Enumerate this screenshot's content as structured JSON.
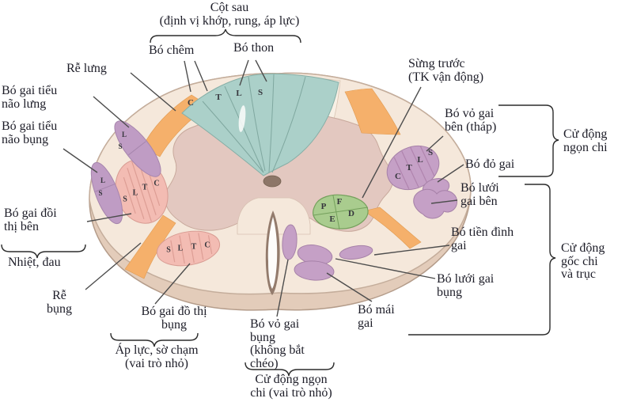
{
  "title": "Cột sau\n(định vị khớp, rung, áp lực)",
  "labels": {
    "bo_chem": "Bó chêm",
    "bo_thon": "Bó thon",
    "re_lung": "Rễ lưng",
    "bo_gai_tieu_nao_lung": "Bó gai tiểu\nnão lưng",
    "bo_gai_tieu_nao_bung": "Bó gai tiểu\nnão bụng",
    "bo_gai_doi_thi_ben": "Bó gai đồi\nthị bên",
    "nhiet_dau": "Nhiệt, đau",
    "re_bung": "Rễ\nbụng",
    "bo_gai_do_thi_bung": "Bó gai đồ thị\nbụng",
    "ap_luc_so_cham": "Áp lực, sờ chạm\n(vai trò nhỏ)",
    "bo_vo_gai_bung": "Bó vỏ gai\nbụng\n(không bắt\nchéo)",
    "cu_dong_ngon_chi_nho": "Cử động ngọn\nchi (vai trò nhỏ)",
    "bo_mai_gai": "Bó mái\ngai",
    "sung_truoc": "Sừng trước\n(TK vận động)",
    "bo_vo_gai_ben": "Bó vỏ gai\nbên (tháp)",
    "bo_do_gai": "Bó đỏ gai",
    "bo_luoi_gai_ben": "Bó lưới\ngai bên",
    "bo_tien_dinh_gai": "Bó tiền đình\ngai",
    "bo_luoi_gai_bung": "Bó lưới gai\nbụng",
    "cu_dong_ngon_chi": "Cử động\nngọn chi",
    "cu_dong_goc_chi": "Cử động\ngốc chi\nvà trục"
  },
  "letters": {
    "posterior": [
      "C",
      "T",
      "L",
      "S"
    ],
    "lateral_cst": [
      "C",
      "T",
      "L",
      "S"
    ],
    "dorsal_spinocerebellar": [
      "L",
      "S"
    ],
    "ventral_spinocerebellar": [
      "L",
      "S"
    ],
    "lateral_spinothalamic": [
      "S",
      "L",
      "T",
      "C"
    ],
    "ventral_spinothalamic": [
      "S",
      "L",
      "T",
      "C"
    ],
    "anterior_horn": [
      "P",
      "F",
      "E",
      "D"
    ]
  },
  "colors": {
    "cord_surface": "#f5e8db",
    "cord_rim": "#e3ccba",
    "gray_matter": "#e3c8c0",
    "posterior_column_teal": "#abd0c9",
    "root_orange": "#f5b06b",
    "tract_purple": "#c5a0c6",
    "tract_pink": "#f3bcb3",
    "motor_green": "#a9cc8e",
    "canal_brown": "#8d7668",
    "line_gray": "#4d4d4d",
    "text_dark": "#1d1d28"
  }
}
